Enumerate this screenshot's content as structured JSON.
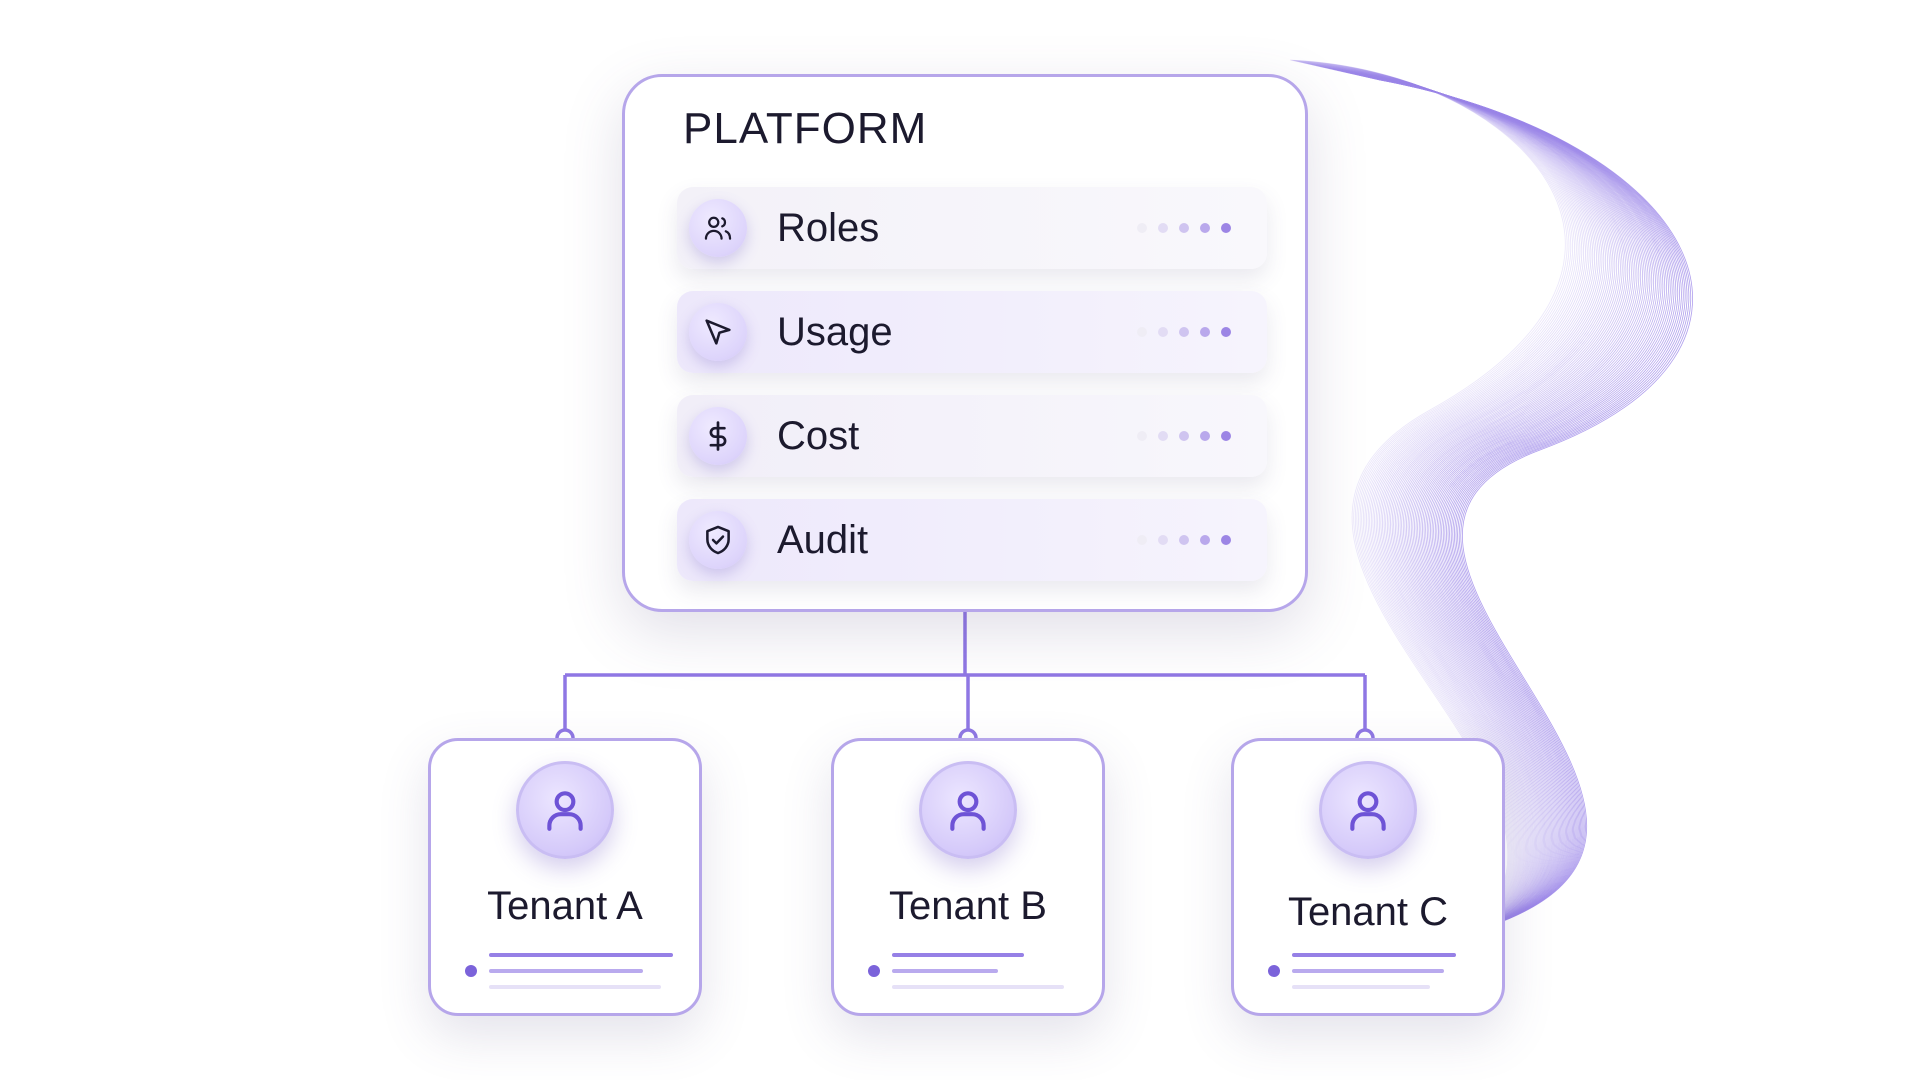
{
  "platform": {
    "title": "PLATFORM",
    "items": [
      {
        "label": "Roles",
        "icon": "users-icon"
      },
      {
        "label": "Usage",
        "icon": "cursor-pointer-icon"
      },
      {
        "label": "Cost",
        "icon": "dollar-icon"
      },
      {
        "label": "Audit",
        "icon": "shield-check-icon"
      }
    ]
  },
  "tenants": [
    {
      "name": "Tenant A",
      "icon": "user-icon"
    },
    {
      "name": "Tenant B",
      "icon": "user-icon"
    },
    {
      "name": "Tenant C",
      "icon": "user-icon"
    }
  ],
  "colors": {
    "accent": "#7b63da",
    "border": "#b6a6ea",
    "connector": "#8f77e4",
    "text": "#1c1a2e",
    "wave": "#9b86e8"
  }
}
